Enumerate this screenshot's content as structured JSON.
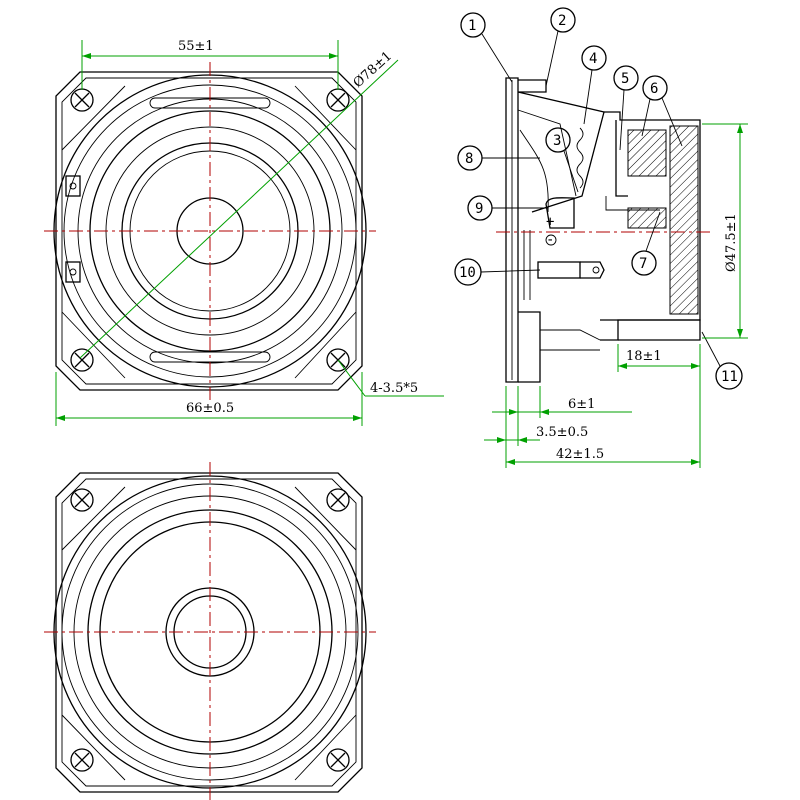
{
  "colors": {
    "outline": "#000000",
    "dimension": "#00a000",
    "centerline": "#b00000",
    "background": "#ffffff"
  },
  "dimensions": {
    "mount_spacing": "55±1",
    "outer_diameter": "Ø78±1",
    "frame_width": "66±0.5",
    "mount_holes": "4-3.5*5",
    "magnet_diameter": "Ø47.5±1",
    "magnet_depth": "18±1",
    "depth_6": "6±1",
    "depth_3_5": "3.5±0.5",
    "total_depth": "42±1.5"
  },
  "callouts": [
    "1",
    "2",
    "3",
    "4",
    "5",
    "6",
    "7",
    "8",
    "9",
    "10",
    "11"
  ],
  "terminal_polarity": "+",
  "terminal_polarity_minus": "-"
}
